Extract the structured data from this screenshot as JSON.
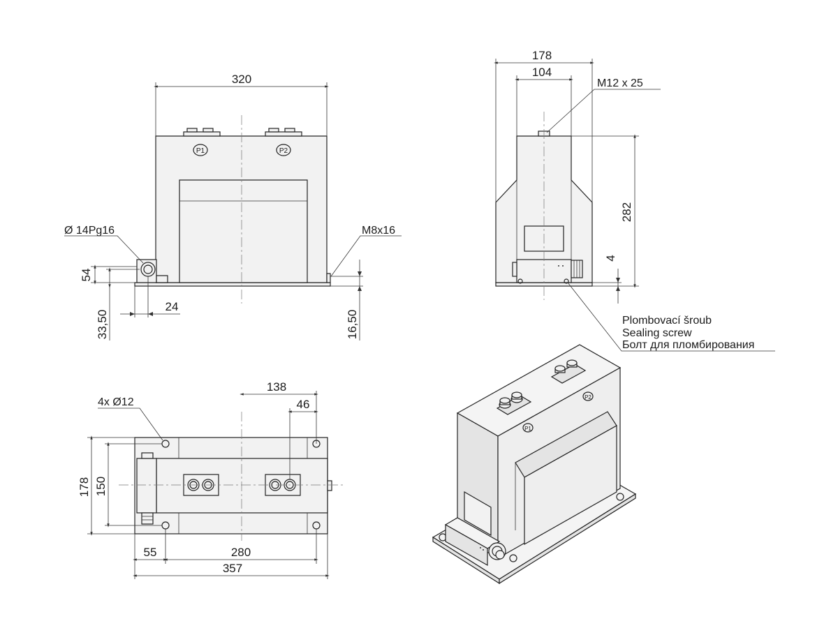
{
  "front_view": {
    "width_dim": "320",
    "terminal_p1": "P1",
    "terminal_p2": "P2",
    "gland_note": "Ø 14Pg16",
    "screw_note": "M8x16",
    "dim_54": "54",
    "dim_3350": "33,50",
    "dim_24": "24",
    "dim_1650": "16,50"
  },
  "side_view": {
    "dim_178": "178",
    "dim_104": "104",
    "bolt_note": "M12 x 25",
    "dim_282": "282",
    "dim_4": "4",
    "seal_note_cs": "Plombovací šroub",
    "seal_note_en": "Sealing screw",
    "seal_note_ru": "Болт для пломбирования"
  },
  "top_view": {
    "dim_138": "138",
    "dim_46": "46",
    "holes_note": "4x Ø12",
    "dim_178": "178",
    "dim_150": "150",
    "dim_55": "55",
    "dim_280": "280",
    "dim_357": "357"
  },
  "iso_view": {
    "terminal_p1": "P1",
    "terminal_p2": "P2"
  }
}
